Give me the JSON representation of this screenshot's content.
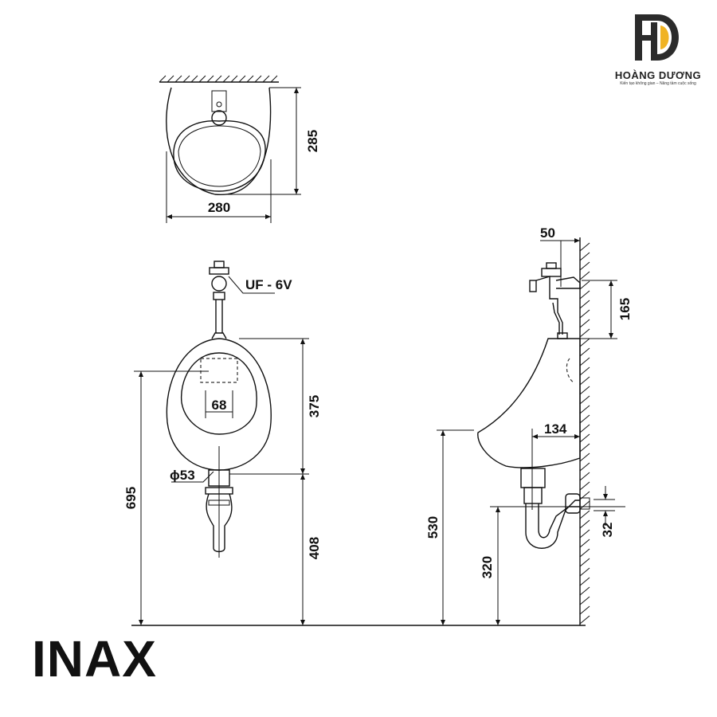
{
  "brand": "INAX",
  "logo": {
    "name": "HOÀNG DƯƠNG",
    "tagline": "Kiến tạo không gian – Nâng tầm cuộc sống",
    "colors": {
      "dark": "#2b2b2b",
      "accent": "#f0b323"
    }
  },
  "top_view": {
    "depth": "285",
    "width": "280"
  },
  "front_view": {
    "valve_model": "UF - 6V",
    "outlet_width": "68",
    "outlet_diameter": "ϕ53",
    "bowl_height": "375",
    "outlet_height": "408",
    "total_height": "695"
  },
  "side_view": {
    "valve_offset": "50",
    "valve_height": "165",
    "outlet_projection": "134",
    "rim_height": "530",
    "drain_height": "320",
    "drain_pipe": "32"
  }
}
